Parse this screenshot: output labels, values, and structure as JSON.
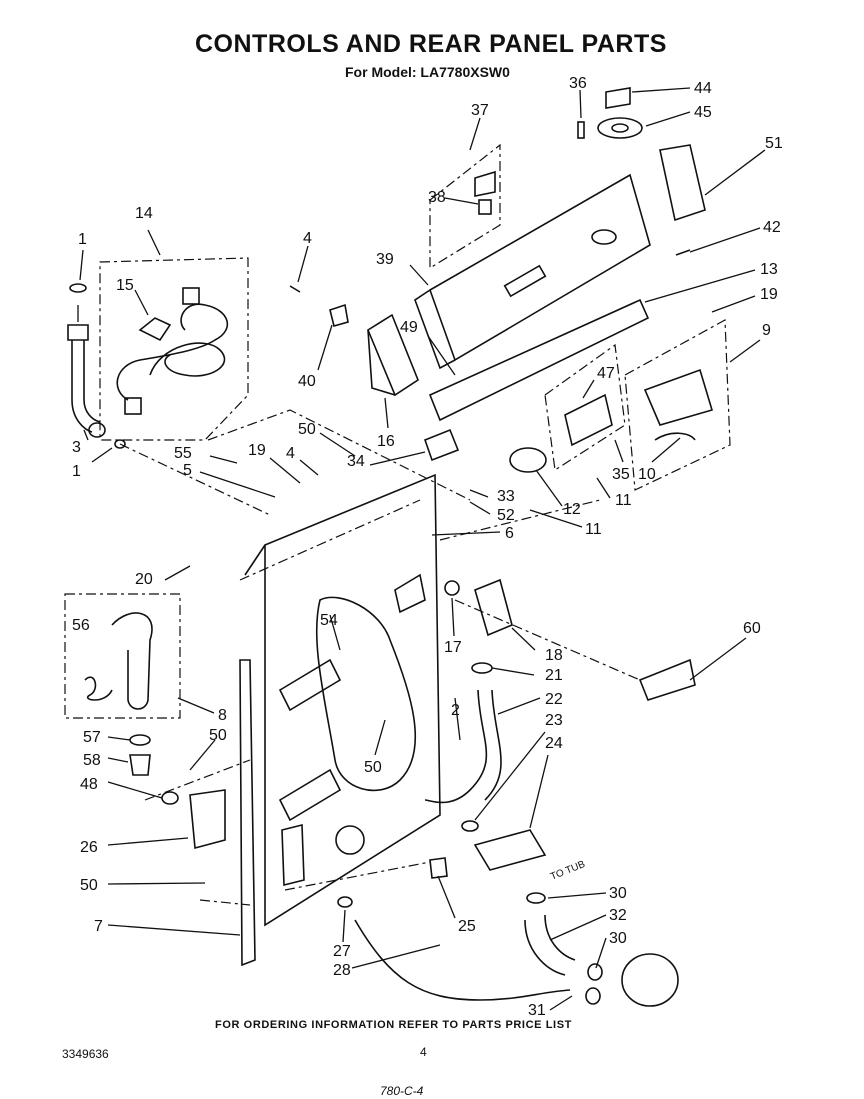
{
  "header": {
    "title": "CONTROLS AND REAR PANEL PARTS",
    "subtitle": "For Model: LA7780XSW0"
  },
  "callouts": [
    "1",
    "14",
    "15",
    "3",
    "1",
    "4",
    "40",
    "37",
    "38",
    "39",
    "36",
    "44",
    "45",
    "51",
    "42",
    "13",
    "19",
    "9",
    "49",
    "16",
    "47",
    "35",
    "10",
    "11",
    "12",
    "11",
    "55",
    "5",
    "19",
    "4",
    "50",
    "34",
    "33",
    "52",
    "6",
    "20",
    "56",
    "54",
    "17",
    "18",
    "60",
    "21",
    "22",
    "8",
    "57",
    "58",
    "48",
    "50",
    "2",
    "50",
    "23",
    "24",
    "26",
    "50",
    "7",
    "25",
    "27",
    "28",
    "30",
    "32",
    "30",
    "31"
  ],
  "diagram_text": {
    "to_tub": "TO TUB"
  },
  "footer": {
    "ordering_note": "FOR ORDERING INFORMATION REFER TO PARTS PRICE LIST",
    "doc_number": "3349636",
    "page_number": "4",
    "handwritten_note": "780-C-4"
  }
}
